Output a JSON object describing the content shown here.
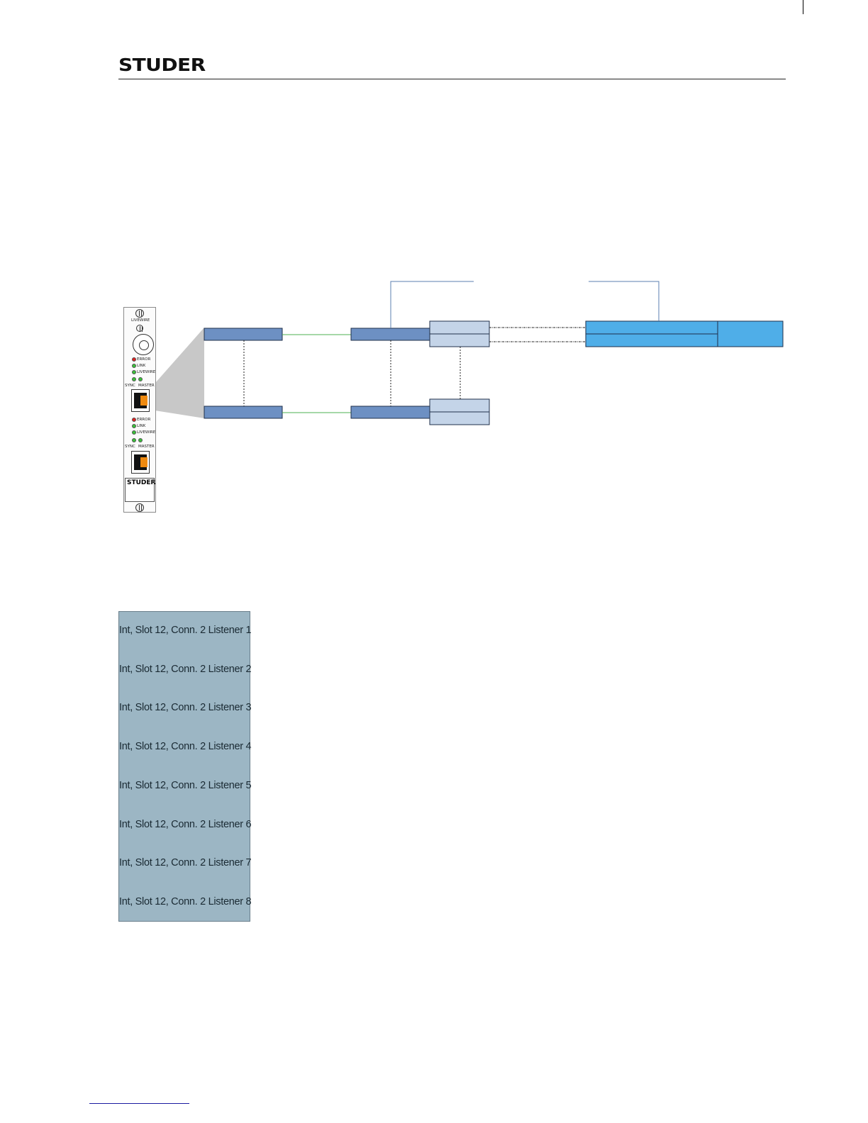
{
  "header": {
    "logo_text": "STUDER"
  },
  "card": {
    "top_label": "LIVEWIRE",
    "port1": {
      "led_labels": [
        "ERROR",
        "LINK",
        "LIVEWIRE"
      ],
      "sync_label": "SYNC",
      "master_label": "MASTER"
    },
    "port2": {
      "led_labels": [
        "ERROR",
        "LINK",
        "LIVEWIRE"
      ],
      "sync_label": "SYNC",
      "master_label": "MASTER"
    },
    "brand_label": "STUDER"
  },
  "listener_list": {
    "items": [
      "Int, Slot 12, Conn. 2 Listener 1",
      "Int, Slot 12, Conn. 2 Listener 2",
      "Int, Slot 12, Conn. 2 Listener 3",
      "Int, Slot 12, Conn. 2 Listener 4",
      "Int, Slot 12, Conn. 2 Listener 5",
      "Int, Slot 12, Conn. 2 Listener 6",
      "Int, Slot 12, Conn. 2 Listener 7",
      "Int, Slot 12, Conn. 2 Listener 8"
    ]
  },
  "colors": {
    "dark_block": "#6d90c3",
    "light_block": "#c4d4e8",
    "bright_block": "#4faee8",
    "green_link": "#4cb050",
    "list_bg": "#9cb6c4",
    "zoom_fill": "#c8c8c8"
  }
}
